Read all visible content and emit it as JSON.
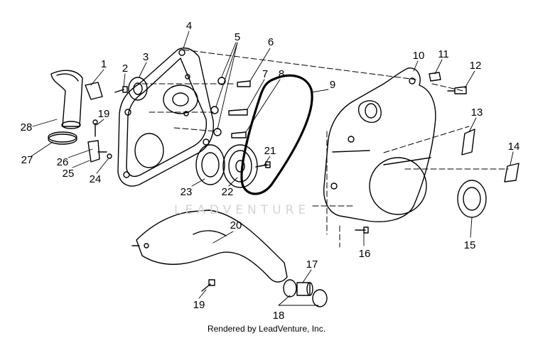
{
  "diagram": {
    "callouts": [
      "1",
      "2",
      "3",
      "4",
      "5",
      "6",
      "7",
      "8",
      "9",
      "10",
      "11",
      "12",
      "13",
      "14",
      "15",
      "16",
      "17",
      "18",
      "19",
      "19",
      "20",
      "21",
      "22",
      "23",
      "24",
      "25",
      "26",
      "27",
      "28"
    ],
    "watermark": "LEADVENTURE",
    "footer": "Rendered by LeadVenture, Inc."
  }
}
